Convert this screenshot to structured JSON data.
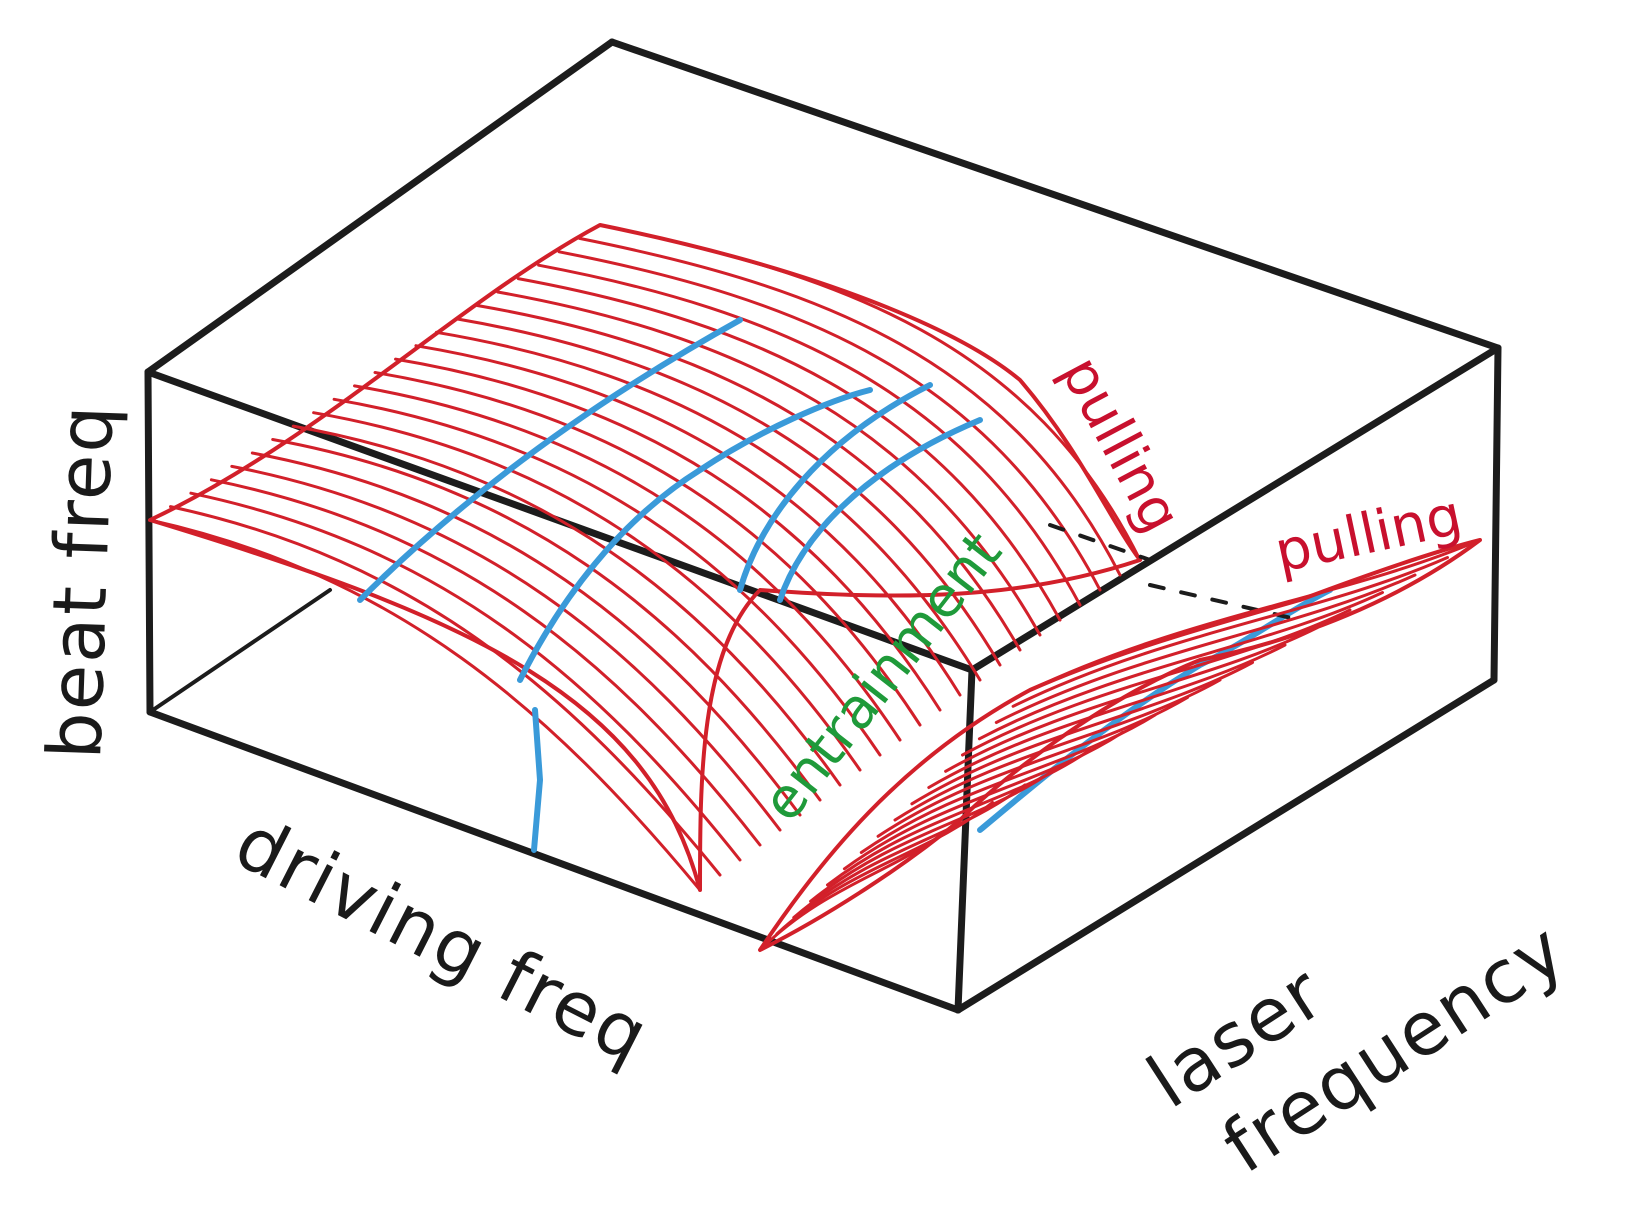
{
  "labels": {
    "beat_axis": "beat freq",
    "driving_axis": "driving freq",
    "laser_axis_line1": "laser",
    "laser_axis_line2": "frequency",
    "pulling_top": "pulling",
    "pulling_right": "pulling",
    "entrainment": "entrainment"
  },
  "colors": {
    "box": "#1c1c1c",
    "surface": "#d2202a",
    "blue_lines": "#3a9ad9",
    "entrainment": "#1f9a3a",
    "pulling": "#c8102e"
  }
}
